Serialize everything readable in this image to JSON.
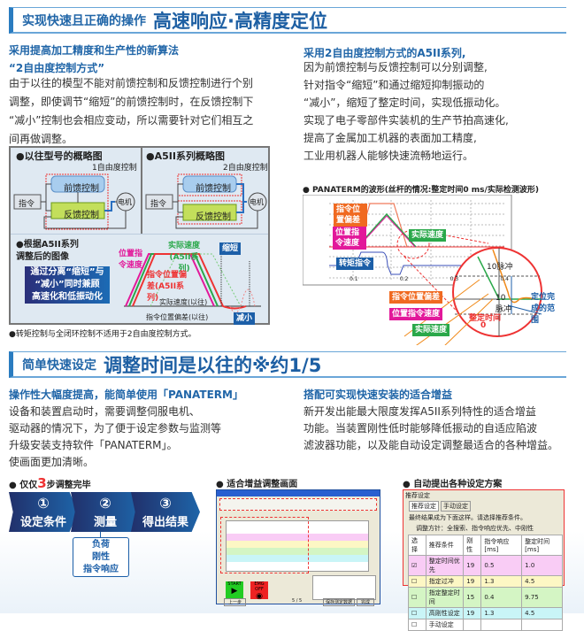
{
  "section1": {
    "header_small": "实现快速且正确的操作",
    "header_big": "高速响应·高精度定位",
    "left_subtitle": [
      "采用提高加工精度和生产性的新算法",
      "“2自由度控制方式”"
    ],
    "left_body": [
      "由于以往的模型不能对前馈控制和反馈控制进行个别",
      "调整，即使调节“缩短”的前馈控制时，在反馈控制下",
      "“减小”控制也会相应变动，所以需要针对它们相互之",
      "间再做调整。"
    ],
    "fig_old": {
      "title": "●以往型号的概略图",
      "note": "1自由度控制",
      "ff": "前馈控制",
      "fb": "反馈控制",
      "cmd": "指令",
      "motor": "电机"
    },
    "fig_new": {
      "title": "●A5II系列概略图",
      "note": "2自由度控制",
      "ff": "前馈控制",
      "fb": "反馈控制",
      "cmd": "指令",
      "motor": "电机"
    },
    "fig_image": {
      "title": [
        "●根据A5II系列",
        "调整后的图像"
      ],
      "banner": [
        "通过分离“缩短”与",
        "“减小”同时兼顾",
        "高速化和低振动化"
      ],
      "labels": {
        "pos_cmd_speed": "位置指令速度",
        "actual_speed_new": "实际速度(A5II系列)",
        "pos_dev_new": "指令位置偏差(A5II系列)",
        "actual_speed_old": "实际速度(以往)",
        "pos_dev_old": "指令位置偏差(以往)",
        "shorten": "缩短",
        "reduce": "减小"
      }
    },
    "footnote": "●转矩控制与全闭环控制不适用于2自由度控制方式。",
    "right_subtitle": "采用2自由度控制方式的A5II系列,",
    "right_body": [
      "因为前馈控制与反馈控制可以分别调整,",
      "针对指令“缩短”和通过缩短抑制振动的",
      "“减小”，缩短了整定时间，实现低振动化。",
      "实现了电子零部件实装机的生产节拍高速化,",
      "提高了金属加工机器的表面加工精度,",
      "工业用机器人能够快速流畅地运行。"
    ],
    "wave_caption": "● PANATERM的波形(丝杆的情况:整定时间0 ms/实际检测波形)",
    "wave": {
      "pos_dev": "指令位置偏差",
      "pos_cmd_speed": "位置指令速度",
      "actual_speed": "实际速度",
      "torque": "转矩指令",
      "pulse_up": "10脉冲",
      "pulse_down": "10脉冲",
      "range": "定位完成的范围",
      "settle": "整定时间",
      "settle_val": "0",
      "x_ticks": [
        "0.1",
        "0.2",
        "0.3",
        "0.4"
      ]
    }
  },
  "section2": {
    "header_small": "简单快速设定",
    "header_big": "调整时间是以往的※约1/5",
    "left_subtitle": "操作性大幅度提高，能简单使用「PANATERM」",
    "left_body": [
      "设备和装置启动时，需要调整伺服电机、",
      "驱动器的情况下，为了便于设定参数与监测等",
      "升级安装支持软件「PANATERM」。",
      "使画面更加清晰。"
    ],
    "right_subtitle": "搭配可实现快速安装的适合增益",
    "right_body": [
      "新开发出能最大限度发挥A5II系列特性的适合增益",
      "功能。当装置刚性低时能够降低振动的自适应陷波",
      "滤波器功能，以及能自动设定调整最适合的各种增益。"
    ],
    "steps_caption": {
      "pre": "● 仅仅",
      "num": "3",
      "post": "步调整完毕"
    },
    "steps": [
      {
        "n": "①",
        "label": "设定条件"
      },
      {
        "n": "②",
        "label": "测量"
      },
      {
        "n": "③",
        "label": "得出结果"
      }
    ],
    "measure_items": [
      "负荷",
      "刚性",
      "指令响应"
    ],
    "screen_caption": "● 适合增益调整画面",
    "screen": {
      "start": "START",
      "emg": "EMG OFF",
      "back": "上一步",
      "page": "5 / 5",
      "finish": "完成",
      "save": "保存测定数据"
    },
    "table_caption": "● 自动提出各种设定方案",
    "table": {
      "window_title": "推荐设定",
      "tabs": [
        "推荐设定",
        "手动设定"
      ],
      "msg1": "最终结果成为下面这样。请选择推荐条件。",
      "msg2": "调整方针：全搜索、指令响应优先、中刚性",
      "headers": [
        "选择",
        "推荐条件",
        "刚性",
        "指令响应[ms]",
        "整定时间[ms]"
      ],
      "rows": [
        {
          "checked": true,
          "name": "整定时间优先",
          "rigidity": "19",
          "resp": "0.5",
          "settle": "1.0",
          "color": "#f9ccf5"
        },
        {
          "checked": false,
          "name": "指定过冲",
          "rigidity": "19",
          "resp": "1.3",
          "settle": "4.5",
          "color": "#fdf7c4"
        },
        {
          "checked": false,
          "name": "指定整定时间",
          "rigidity": "15",
          "resp": "0.4",
          "settle": "9.75",
          "color": "#d4f5c4"
        },
        {
          "checked": false,
          "name": "高刚性设定",
          "rigidity": "19",
          "resp": "1.3",
          "settle": "4.5",
          "color": "#c9f5f7"
        },
        {
          "checked": false,
          "name": "手动设定",
          "rigidity": "",
          "resp": "",
          "settle": "",
          "color": "#ffffff"
        }
      ]
    }
  }
}
